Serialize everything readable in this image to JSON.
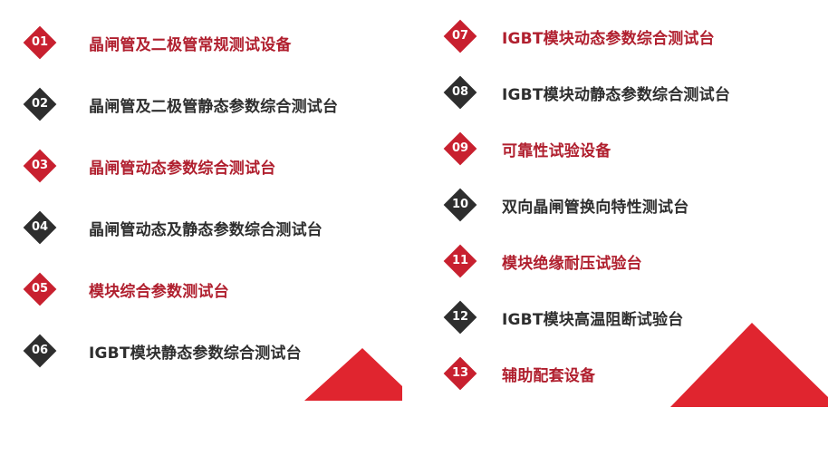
{
  "colors": {
    "accent_red": "#c8202f",
    "text_red": "#b01f2e",
    "dark": "#2e2e2e",
    "triangle_red": "#e0252f"
  },
  "items": [
    {
      "num": "01",
      "label": "晶闸管及二极管常规测试设备",
      "style": "red"
    },
    {
      "num": "02",
      "label": "晶闸管及二极管静态参数综合测试台",
      "style": "dark"
    },
    {
      "num": "03",
      "label": "晶闸管动态参数综合测试台",
      "style": "red"
    },
    {
      "num": "04",
      "label": "晶闸管动态及静态参数综合测试台",
      "style": "dark"
    },
    {
      "num": "05",
      "label": "模块综合参数测试台",
      "style": "red"
    },
    {
      "num": "06",
      "label": "IGBT模块静态参数综合测试台",
      "style": "dark"
    },
    {
      "num": "07",
      "label": "IGBT模块动态参数综合测试台",
      "style": "red"
    },
    {
      "num": "08",
      "label": "IGBT模块动静态参数综合测试台",
      "style": "dark"
    },
    {
      "num": "09",
      "label": "可靠性试验设备",
      "style": "red"
    },
    {
      "num": "10",
      "label": "双向晶闸管换向特性测试台",
      "style": "dark"
    },
    {
      "num": "11",
      "label": "模块绝缘耐压试验台",
      "style": "red"
    },
    {
      "num": "12",
      "label": "IGBT模块高温阻断试验台",
      "style": "dark"
    },
    {
      "num": "13",
      "label": "辅助配套设备",
      "style": "red"
    }
  ]
}
